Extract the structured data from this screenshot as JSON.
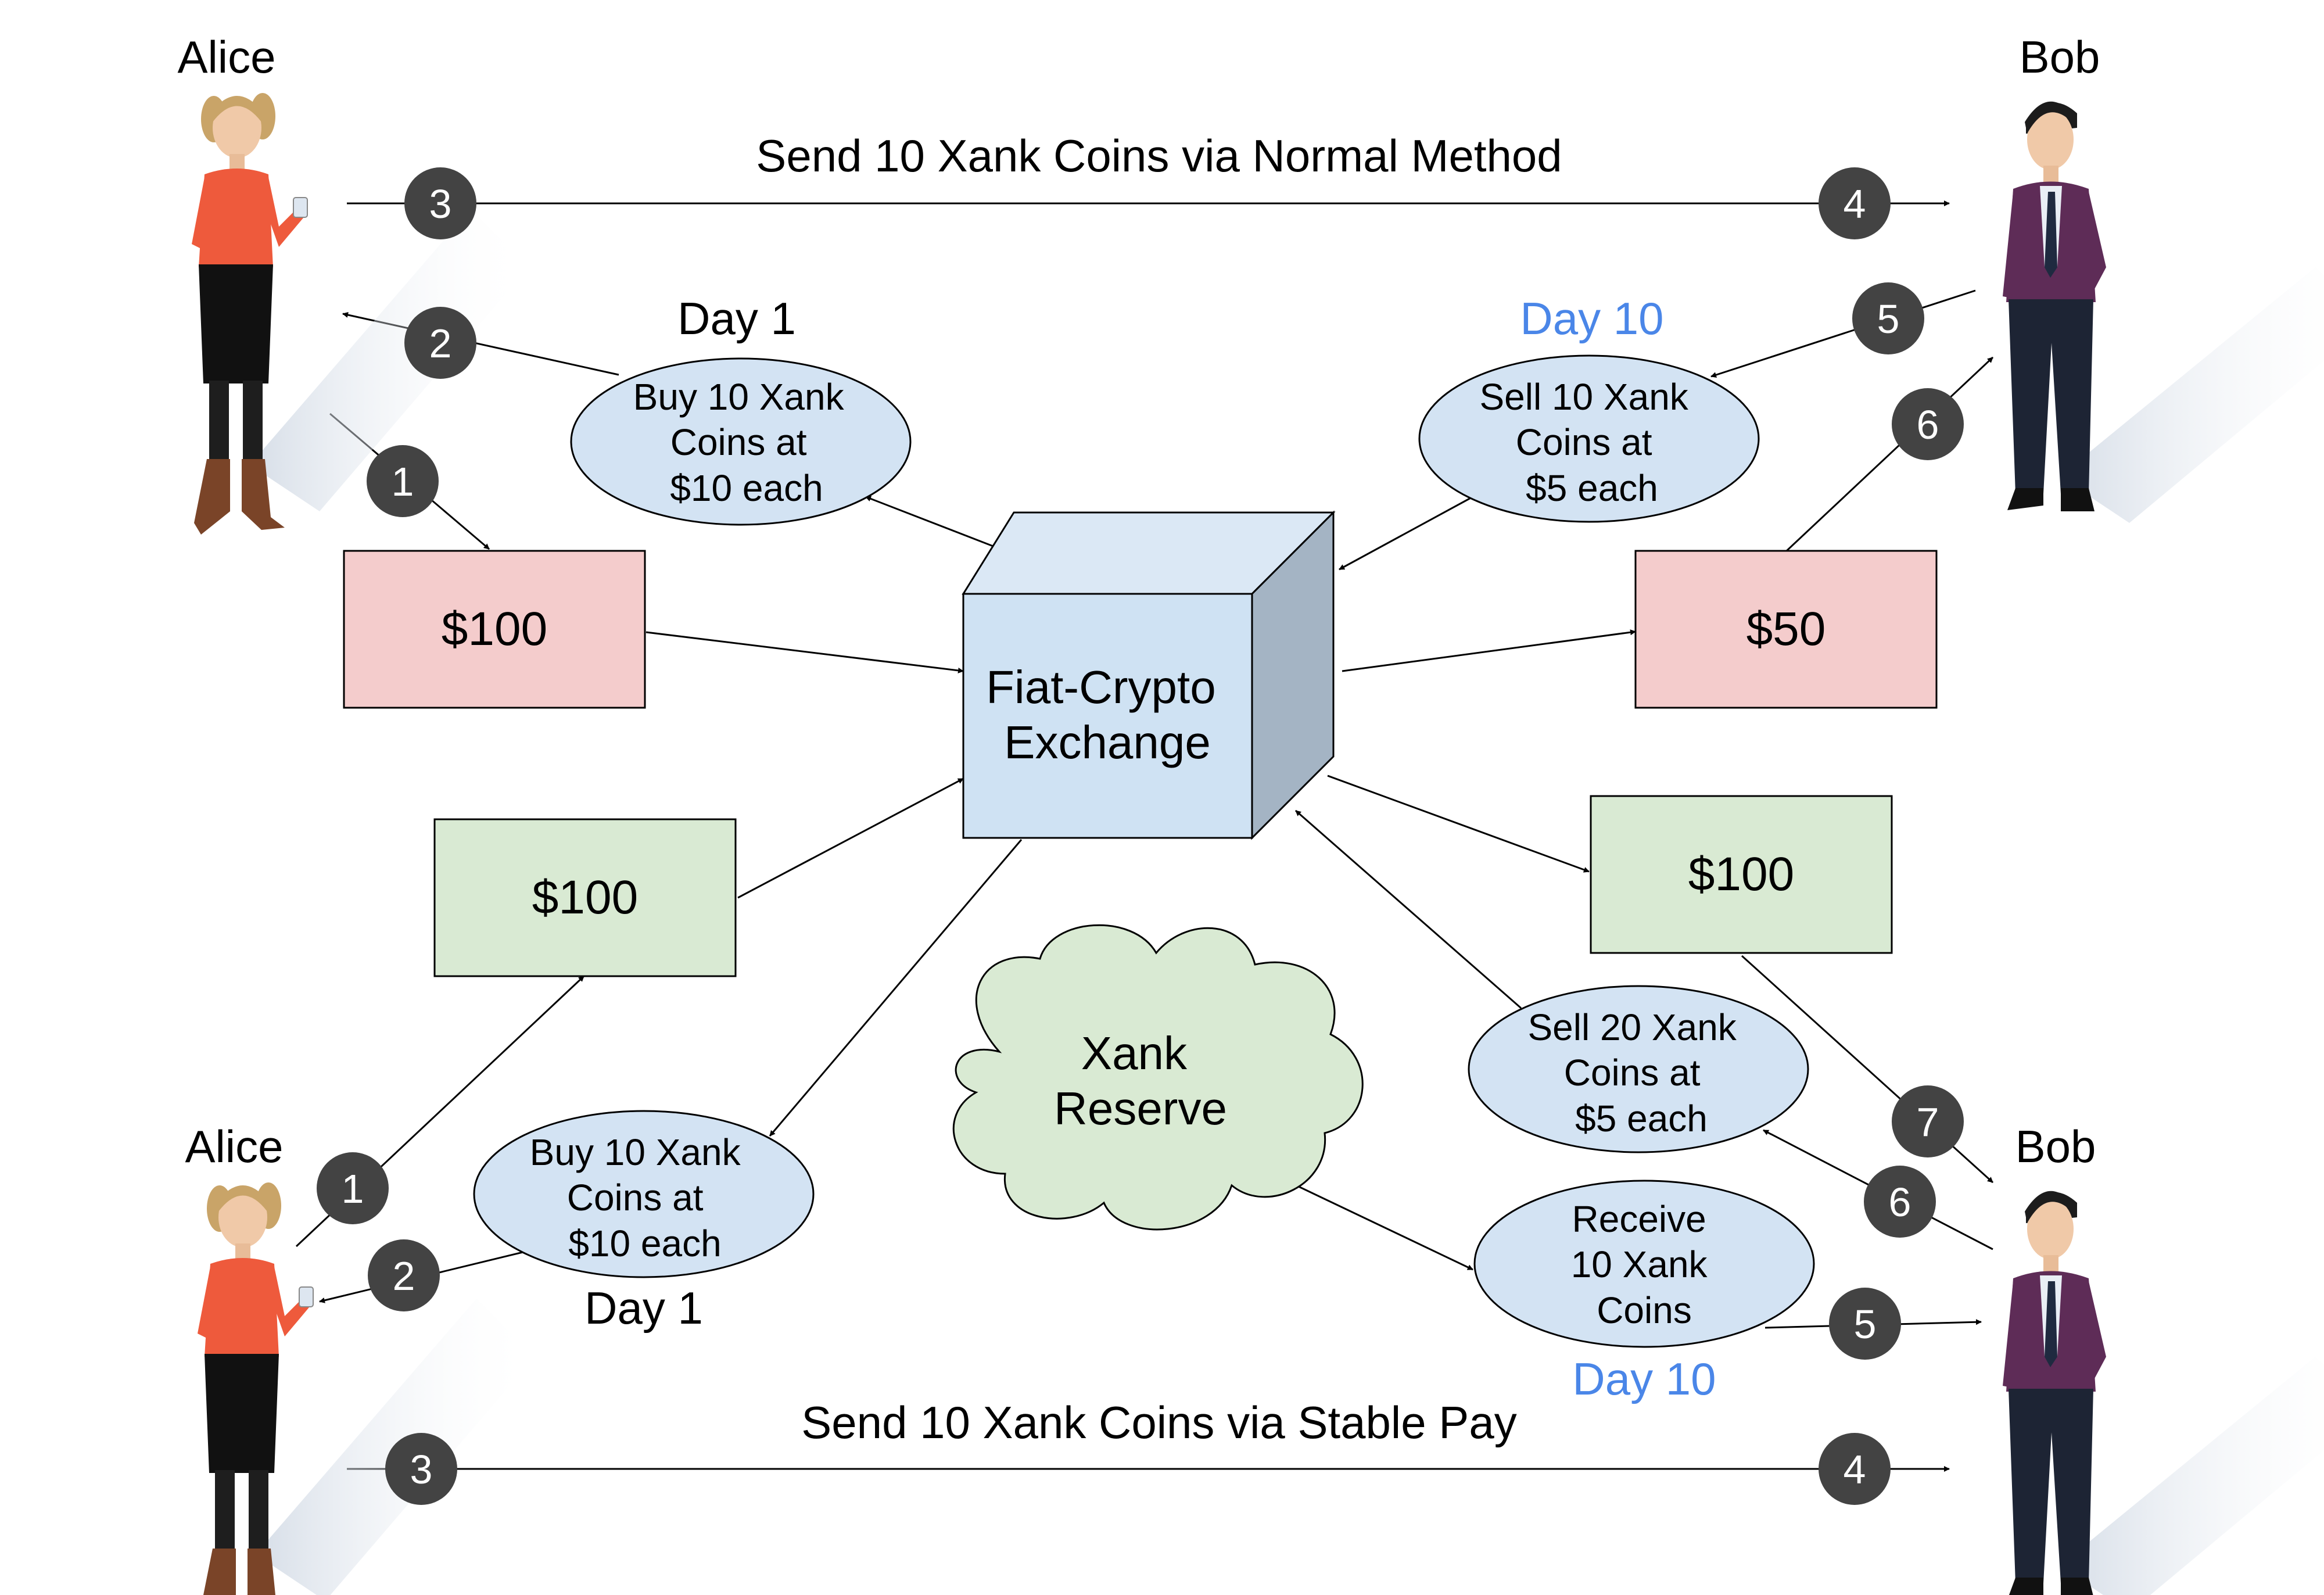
{
  "people": {
    "alice_top": "Alice",
    "bob_top": "Bob",
    "alice_bottom": "Alice",
    "bob_bottom": "Bob"
  },
  "top": {
    "transfer_label": "Send 10 Xank Coins via Normal Method",
    "day_left": "Day 1",
    "day_right": "Day 10",
    "buy_order": [
      "Buy 10 Xank",
      "Coins at",
      "$10 each"
    ],
    "sell_order": [
      "Sell 10 Xank",
      "Coins at",
      "$5 each"
    ],
    "alice_cash": "$100",
    "bob_cash": "$50"
  },
  "center": {
    "exchange": [
      "Fiat-Crypto",
      "Exchange"
    ],
    "reserve": [
      "Xank",
      "Reserve"
    ]
  },
  "bottom": {
    "transfer_label": "Send 10 Xank Coins via Stable Pay",
    "day_left": "Day 1",
    "day_right": "Day 10",
    "buy_order": [
      "Buy 10 Xank",
      "Coins at",
      "$10 each"
    ],
    "sell_order": [
      "Sell 20 Xank",
      "Coins at",
      "$5 each"
    ],
    "receive": [
      "Receive",
      "10 Xank",
      "Coins"
    ],
    "alice_cash": "$100",
    "bob_cash": "$100"
  },
  "steps": {
    "top_alice": [
      "3",
      "2",
      "1"
    ],
    "top_bob": [
      "4",
      "5",
      "6"
    ],
    "bottom_alice": [
      "1",
      "2",
      "3"
    ],
    "bottom_bob": [
      "7",
      "6",
      "5",
      "4"
    ]
  },
  "colors": {
    "ellipse_fill": "#d3e3f3",
    "red_box_fill": "#f4cccc",
    "green_box_fill": "#d9ead3",
    "exchange_front": "#cfe2f3",
    "exchange_side": "#a4b4c4",
    "cloud_fill": "#d9ead3",
    "day10_text": "#4a86e8",
    "step_circle": "#434343"
  }
}
